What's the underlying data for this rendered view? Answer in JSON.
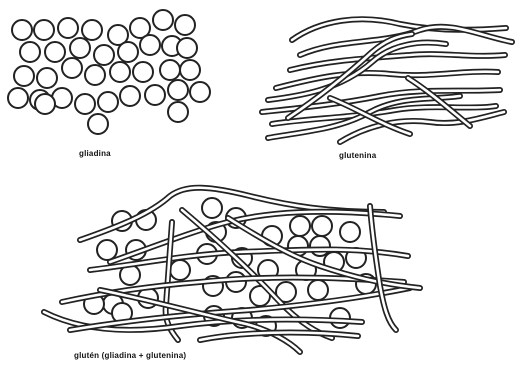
{
  "captions": {
    "gliadin": "gliadina",
    "glutenin": "glutenina",
    "gluten": "glutén (gliadina + glutenina)"
  },
  "colors": {
    "ink": "#222222",
    "paper": "#ffffff"
  }
}
